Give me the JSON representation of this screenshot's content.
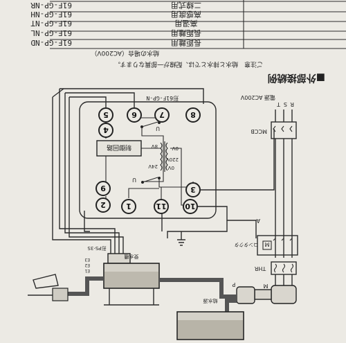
{
  "model_table": {
    "rows": [
      {
        "use": "長距離用",
        "model": "61F-GP-ND"
      },
      {
        "use": "長距離用",
        "model": "61F-GP-NL"
      },
      {
        "use": "高温用",
        "model": "61F-GP-NT"
      },
      {
        "use": "高感度用",
        "model": "61F-GP-NH"
      },
      {
        "use": "二線式用",
        "model": "61F-GP-NR"
      }
    ]
  },
  "section_title": "■外部接続例",
  "notes": {
    "line1": "ご注意　給水と排水とでは、配線が一部異なります。",
    "line2": "給水の場合（AC200V）"
  },
  "controller": {
    "label": "形61F-GP-N",
    "circuit_label": "制御回路",
    "voltages": [
      "24V",
      "0V",
      "8V",
      "220V",
      "0V"
    ],
    "relay_label": "U"
  },
  "terminals": [
    "5",
    "6",
    "7",
    "8",
    "4",
    "9",
    "3",
    "2",
    "1",
    "11",
    "10"
  ],
  "power": {
    "label": "電源 AC200V",
    "phases": [
      "R",
      "S",
      "T"
    ],
    "breaker_label": "MCCB"
  },
  "contactor": {
    "label": "コンタクタ",
    "coil": "M"
  },
  "thermal_label": "THR",
  "motor_label": "M",
  "pump_label": "P",
  "point_a": "A",
  "electrode_holder": "形PS-3S",
  "electrodes": {
    "e1": "E1",
    "e2": "E2",
    "e3": "E3"
  },
  "tank_labels": {
    "upper": "受水槽",
    "lower": "給水源"
  }
}
